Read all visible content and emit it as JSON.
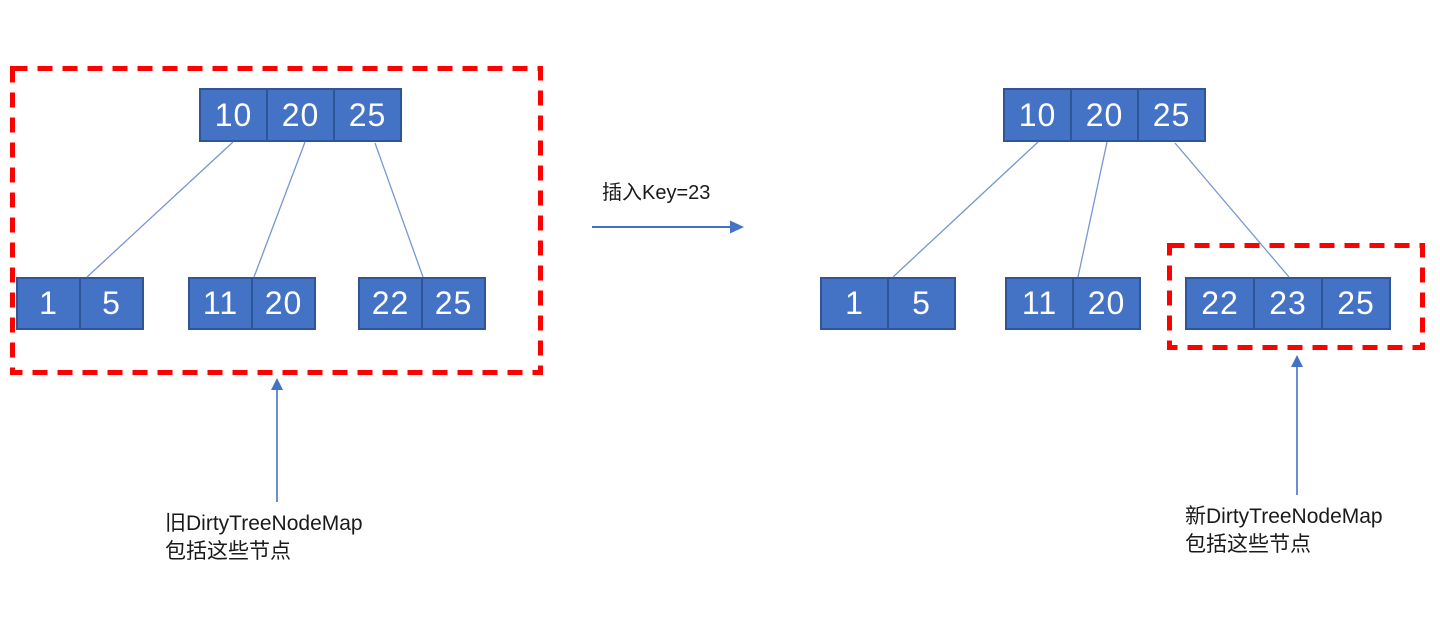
{
  "title": "B-tree insert DirtyTreeNodeMap diagram",
  "colors": {
    "background": "#FFFFFF",
    "node_fill": "#4472C4",
    "node_border": "#2E5597",
    "node_text": "#FFFFFF",
    "connector": "#7796D3",
    "arrow": "#4472C4",
    "highlight_box": "#FF0000",
    "label_text": "#1A1A1A"
  },
  "transition": {
    "label": "插入Key=23"
  },
  "left_tree": {
    "root": {
      "keys": [
        "10",
        "20",
        "25"
      ]
    },
    "leaves": [
      {
        "keys": [
          "1",
          "5"
        ]
      },
      {
        "keys": [
          "11",
          "20"
        ]
      },
      {
        "keys": [
          "22",
          "25"
        ]
      }
    ],
    "annotation": {
      "line1": "旧DirtyTreeNodeMap",
      "line2": "包括这些节点"
    }
  },
  "right_tree": {
    "root": {
      "keys": [
        "10",
        "20",
        "25"
      ]
    },
    "leaves": [
      {
        "keys": [
          "1",
          "5"
        ]
      },
      {
        "keys": [
          "11",
          "20"
        ]
      },
      {
        "keys": [
          "22",
          "23",
          "25"
        ]
      }
    ],
    "annotation": {
      "line1": "新DirtyTreeNodeMap",
      "line2": "包括这些节点"
    }
  }
}
